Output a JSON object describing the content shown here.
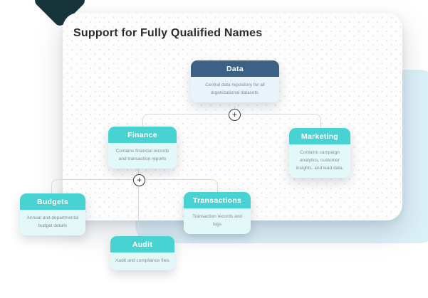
{
  "title": "Support for Fully Qualified Names",
  "expand_icon": "+",
  "colors": {
    "node_header_navy": "#3b6285",
    "node_header_teal": "#49d2d2",
    "node_body_navy_bg": "#e8f3fa",
    "node_body_teal_bg": "#e3f8f8",
    "connector": "#d8dadd",
    "card_bg": "#fdfdfd",
    "accent_shape": "#dcf0f8",
    "dark_shape": "#16343a"
  },
  "nodes": [
    {
      "id": "data",
      "label": "Data",
      "description": "Central data repository for all organizational datasets.",
      "variant": "navy",
      "parent": null
    },
    {
      "id": "finance",
      "label": "Finance",
      "description": "Contains financial records and transaction reports",
      "variant": "teal",
      "parent": "data"
    },
    {
      "id": "marketing",
      "label": "Marketing",
      "description": "Contains campaign analytics, customer insights, and lead data.",
      "variant": "teal",
      "parent": "data"
    },
    {
      "id": "budgets",
      "label": "Budgets",
      "description": "Annual and departmental budget details",
      "variant": "teal",
      "parent": "finance"
    },
    {
      "id": "transactions",
      "label": "Transactions",
      "description": "Transaction records and logs",
      "variant": "teal",
      "parent": "finance"
    },
    {
      "id": "audit",
      "label": "Audit",
      "description": "Audit and compliance files",
      "variant": "teal",
      "parent": "finance"
    }
  ]
}
